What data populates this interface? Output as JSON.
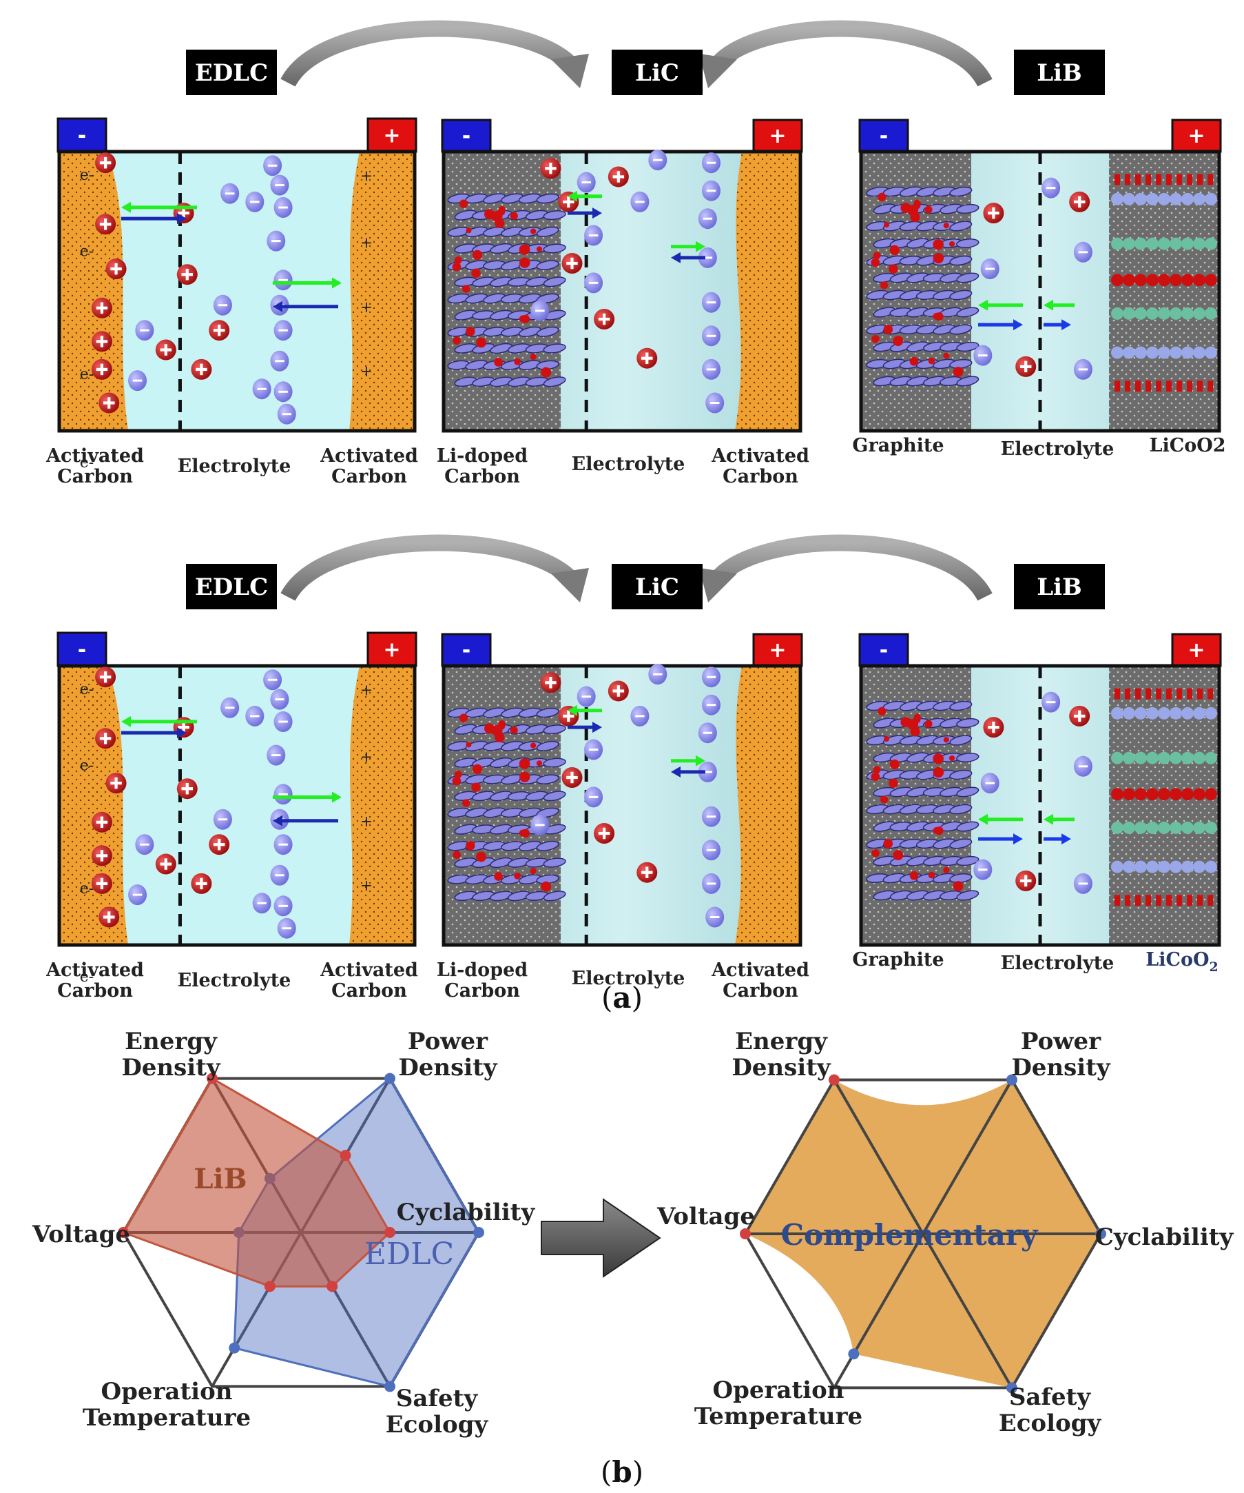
{
  "part_a": {
    "rows": [
      {
        "tags": [
          "EDLC",
          "LiC",
          "LiB"
        ],
        "cells": [
          {
            "neg": "-",
            "pos": "+",
            "e_label": "e-",
            "plus_mark": "+",
            "labels": [
              "Activated\nCarbon",
              "Electrolyte",
              "Activated\nCarbon"
            ]
          },
          {
            "neg": "-",
            "pos": "+",
            "labels": [
              "Li-doped\nCarbon",
              "Electrolyte",
              "Activated\nCarbon"
            ]
          },
          {
            "neg": "-",
            "pos": "+",
            "labels": [
              "Graphite",
              "Electrolyte",
              "LiCoO2"
            ]
          }
        ]
      },
      {
        "tags": [
          "EDLC",
          "LiC",
          "LiB"
        ],
        "cells": [
          {
            "neg": "-",
            "pos": "+",
            "e_label": "e-",
            "plus_mark": "+",
            "labels": [
              "Activated\nCarbon",
              "Electrolyte",
              "Activated\nCarbon"
            ]
          },
          {
            "neg": "-",
            "pos": "+",
            "labels": [
              "Li-doped\nCarbon",
              "Electrolyte",
              "Activated\nCarbon"
            ]
          },
          {
            "neg": "-",
            "pos": "+",
            "labels": [
              "Graphite",
              "Electrolyte",
              "LiCoO"
            ],
            "subscript": "2"
          }
        ]
      }
    ],
    "caption_open": "(",
    "caption_letter": "a",
    "caption_close": ")"
  },
  "part_b": {
    "left": {
      "axes": [
        "Energy\nDensity",
        "Power\nDensity",
        "Cyclability",
        "Safety\nEcology",
        "Operation\nTemperature",
        "Voltage"
      ],
      "series": [
        {
          "name": "LiB",
          "color": "#c2553c"
        },
        {
          "name": "EDLC",
          "color": "#4e6fbe"
        }
      ]
    },
    "right": {
      "axes": [
        "Energy\nDensity",
        "Power\nDensity",
        "Cyclability",
        "Safety\nEcology",
        "Operation\nTemperature",
        "Voltage"
      ],
      "label": "Complementary",
      "fill": "#e2a24a"
    },
    "caption_open": "(",
    "caption_letter": "b",
    "caption_close": ")"
  },
  "colors": {
    "orange_electrode": "#f0a030",
    "electrolyte": "#c8f4f6",
    "lic_electrolyte": "#b4e2e8",
    "grey_electrode": "#6c6c6c",
    "neg_terminal": "#1a1ad0",
    "pos_terminal": "#e01010",
    "cation": "#c01818",
    "anion": "#8c8ce8",
    "green_arrow": "#22ee22",
    "blue_arrow": "#1a2ab0",
    "tag_bg": "#000000"
  }
}
